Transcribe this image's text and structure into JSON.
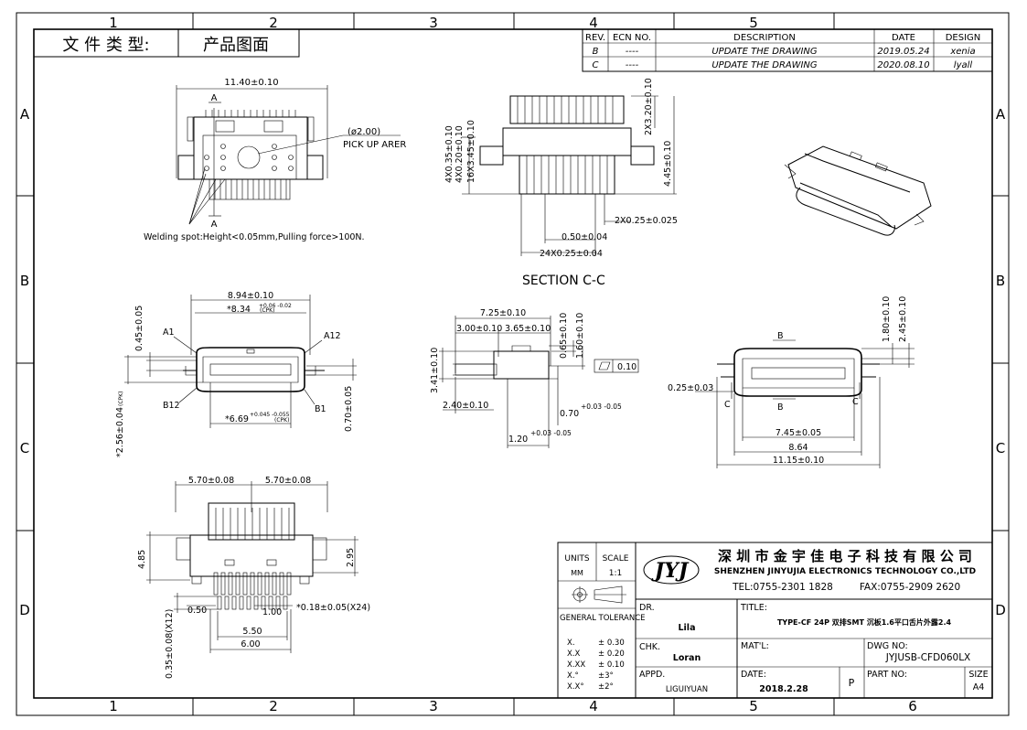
{
  "doc_type": {
    "label": "文 件 类 型:",
    "value": "产品图面"
  },
  "grid": {
    "cols": [
      "1",
      "2",
      "3",
      "4",
      "5",
      "6"
    ],
    "rows": [
      "A",
      "B",
      "C",
      "D"
    ]
  },
  "revision": {
    "headers": [
      "REV.",
      "ECN NO.",
      "DESCRIPTION",
      "DATE",
      "DESIGN"
    ],
    "rows": [
      {
        "rev": "B",
        "ecn": "----",
        "desc": "UPDATE THE DRAWING",
        "date": "2019.05.24",
        "design": "xenia"
      },
      {
        "rev": "C",
        "ecn": "----",
        "desc": "UPDATE THE DRAWING",
        "date": "2020.08.10",
        "design": "lyall"
      }
    ]
  },
  "top_view": {
    "width_dim": "11.40±0.10",
    "section_mark": "A",
    "pickup_dia": "(ø2.00)",
    "pickup_label": "PICK UP ARER",
    "welding_note": "Welding spot:Height<0.05mm,Pulling force>100N."
  },
  "section_cc": {
    "title": "SECTION C-C",
    "dims": {
      "d1": "2X3.20±0.10",
      "d2": "4X0.35±0.10",
      "d3": "4X0.20±0.10",
      "d4": "16X3.45±0.10",
      "d5": "4.45±0.10",
      "d6": "2X0.25±0.025",
      "d7": "0.50±0.04",
      "d8": "24X0.25±0.04"
    }
  },
  "front_view": {
    "d1": "8.94±0.10",
    "d2": "*8.34",
    "d2_tol": "+0.06 -0.02",
    "d2_suffix": "(CPK)",
    "d3": "0.45±0.05",
    "d4": "0.70±0.05",
    "d5": "*2.56±0.04",
    "d5_suffix": "(CPK)",
    "d6": "*6.69",
    "d6_tol": "+0.045 -0.055",
    "d6_suffix": "(CPK)",
    "pins": {
      "a1": "A1",
      "a12": "A12",
      "b12": "B12",
      "b1": "B1"
    }
  },
  "side_view": {
    "d1": "7.25±0.10",
    "d2": "3.00±0.10",
    "d3": "3.65±0.10",
    "d4": "0.65±0.10",
    "d5": "1.60±0.10",
    "d6": "3.41±0.10",
    "d7": "2.40±0.10",
    "d8": "0.70",
    "d8_tol": "+0.03 -0.05",
    "d9": "1.20",
    "d9_tol": "+0.03 -0.05",
    "flat": "0.10"
  },
  "end_view": {
    "section_b": "B",
    "section_c": "C",
    "d1": "1.80±0.10",
    "d2": "2.45±0.10",
    "d3": "0.25±0.03",
    "d4": "7.45±0.05",
    "d5": "8.64",
    "d6": "11.15±0.10"
  },
  "footprint": {
    "d1": "5.70±0.08",
    "d2": "5.70±0.08",
    "d3": "4.85",
    "d4": "2.95",
    "d5": "0.50",
    "d6": "1.00",
    "d7": "*0.18±0.05(X24)",
    "d8": "5.50",
    "d9": "6.00",
    "d10": "0.35±0.08(X12)"
  },
  "title_block": {
    "units_label": "UNITS",
    "units_value": "MM",
    "scale_label": "SCALE",
    "scale_value": "1:1",
    "tolerance_title": "GENERAL TOLERANCE",
    "tolerances": [
      {
        "k": "X.",
        "v": "± 0.30"
      },
      {
        "k": "X.X",
        "v": "± 0.20"
      },
      {
        "k": "X.XX",
        "v": "± 0.10"
      },
      {
        "k": "X.°",
        "v": "±3°"
      },
      {
        "k": "X.X°",
        "v": "±2°"
      }
    ],
    "company_cn": "深 圳 市 金 宇 佳 电 子 科 技 有 限 公 司",
    "company_en": "SHENZHEN JINYUJIA ELECTRONICS TECHNOLOGY CO.,LTD",
    "tel": "TEL:0755-2301 1828",
    "fax": "FAX:0755-2909 2620",
    "logo_text": "JYJ",
    "dr_label": "DR.",
    "dr_value": "Lila",
    "chk_label": "CHK.",
    "chk_value": "Loran",
    "appd_label": "APPD.",
    "appd_value": "LIGUIYUAN",
    "title_label": "TITLE:",
    "title_value": "TYPE-CF 24P 双排SMT 沉板1.6平口舌片外露2.4",
    "matl_label": "MAT'L:",
    "date_label": "DATE:",
    "date_value": "2018.2.28",
    "p_mark": "P",
    "dwg_label": "DWG NO:",
    "dwg_value": "JYJUSB-CFD060LX",
    "part_label": "PART NO:",
    "size_label": "SIZE",
    "size_value": "A4"
  }
}
